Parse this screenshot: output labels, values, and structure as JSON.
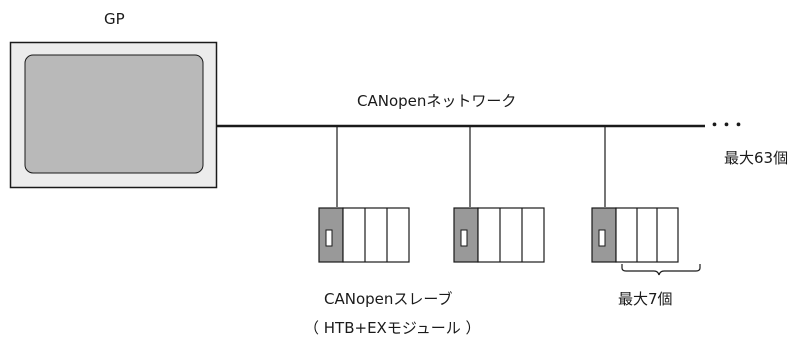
{
  "gp": {
    "label": "GP"
  },
  "network": {
    "label": "CANopenネットワーク",
    "dots": "・・・",
    "max_devices_label": "最大63個"
  },
  "slaves": {
    "caption_line1": "CANopenスレーブ",
    "caption_line2": "（ HTB+EXモジュール ）",
    "expansion_max_label": "最大7個"
  },
  "colors": {
    "line": "#1a1a1a",
    "gp_frame": "#ececec",
    "gp_screen": "#b9b9b9",
    "module_head": "#999999",
    "module_body": "#ffffff"
  }
}
